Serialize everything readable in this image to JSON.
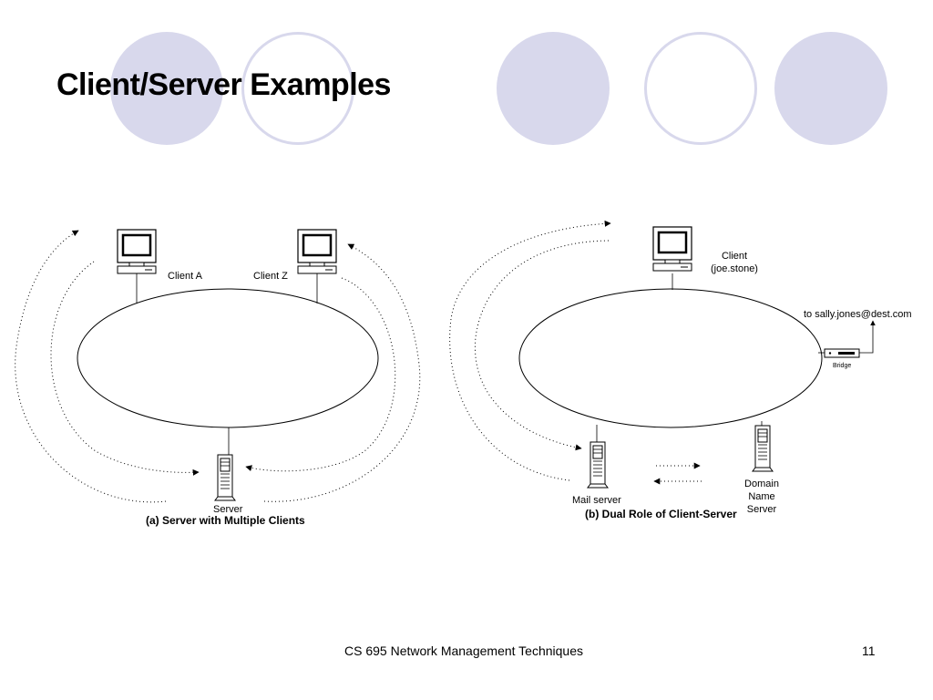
{
  "slide": {
    "title": "Client/Server Examples",
    "footer_text": "CS 695 Network Management Techniques",
    "page_number": "11"
  },
  "diagram_a": {
    "client_a_label": "Client A",
    "client_z_label": "Client Z",
    "server_label": "Server",
    "caption": "(a) Server with Multiple Clients"
  },
  "diagram_b": {
    "client_label_line1": "Client",
    "client_label_line2": "(joe.stone)",
    "email_label": "to sally.jones@dest.com",
    "bridge_label": "Bridge",
    "mail_server_label": "Mail server",
    "dns_label_line1": "Domain",
    "dns_label_line2": "Name",
    "dns_label_line3": "Server",
    "caption": "(b) Dual Role of Client-Server"
  },
  "colors": {
    "decoration": "#d8d8ec"
  }
}
